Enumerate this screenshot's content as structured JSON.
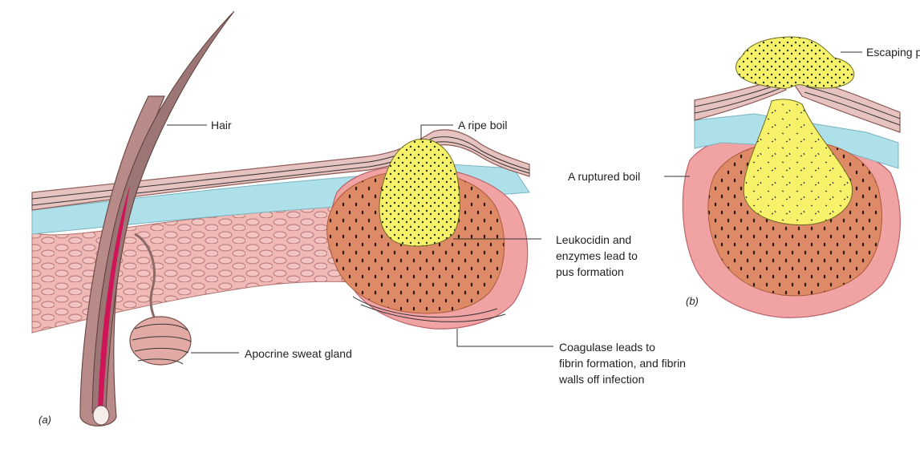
{
  "labels": {
    "hair": "Hair",
    "ripe_boil": "A ripe boil",
    "pus_formation": [
      "Leukocidin and",
      "enzymes lead to",
      "pus formation"
    ],
    "sweat_gland": "Apocrine sweat gland",
    "coagulase": [
      "Coagulase leads to",
      "fibrin formation, and fibrin",
      "walls off infection"
    ],
    "escaping_pus": "Escaping pus",
    "ruptured_boil": "A ruptured boil"
  },
  "panels": {
    "a": "(a)",
    "b": "(b)"
  },
  "colors": {
    "dermis": "#f0b9b6",
    "fat_layer": "#aee0ea",
    "boil_core": "#de8a67",
    "capsule": "#f1a2a3",
    "pus": "#f7f26a",
    "epidermis": "#c99a96",
    "hair_shaft": "#9b7674",
    "hair_core": "#cf1458",
    "sweat_gland": "#e2aaa4"
  }
}
